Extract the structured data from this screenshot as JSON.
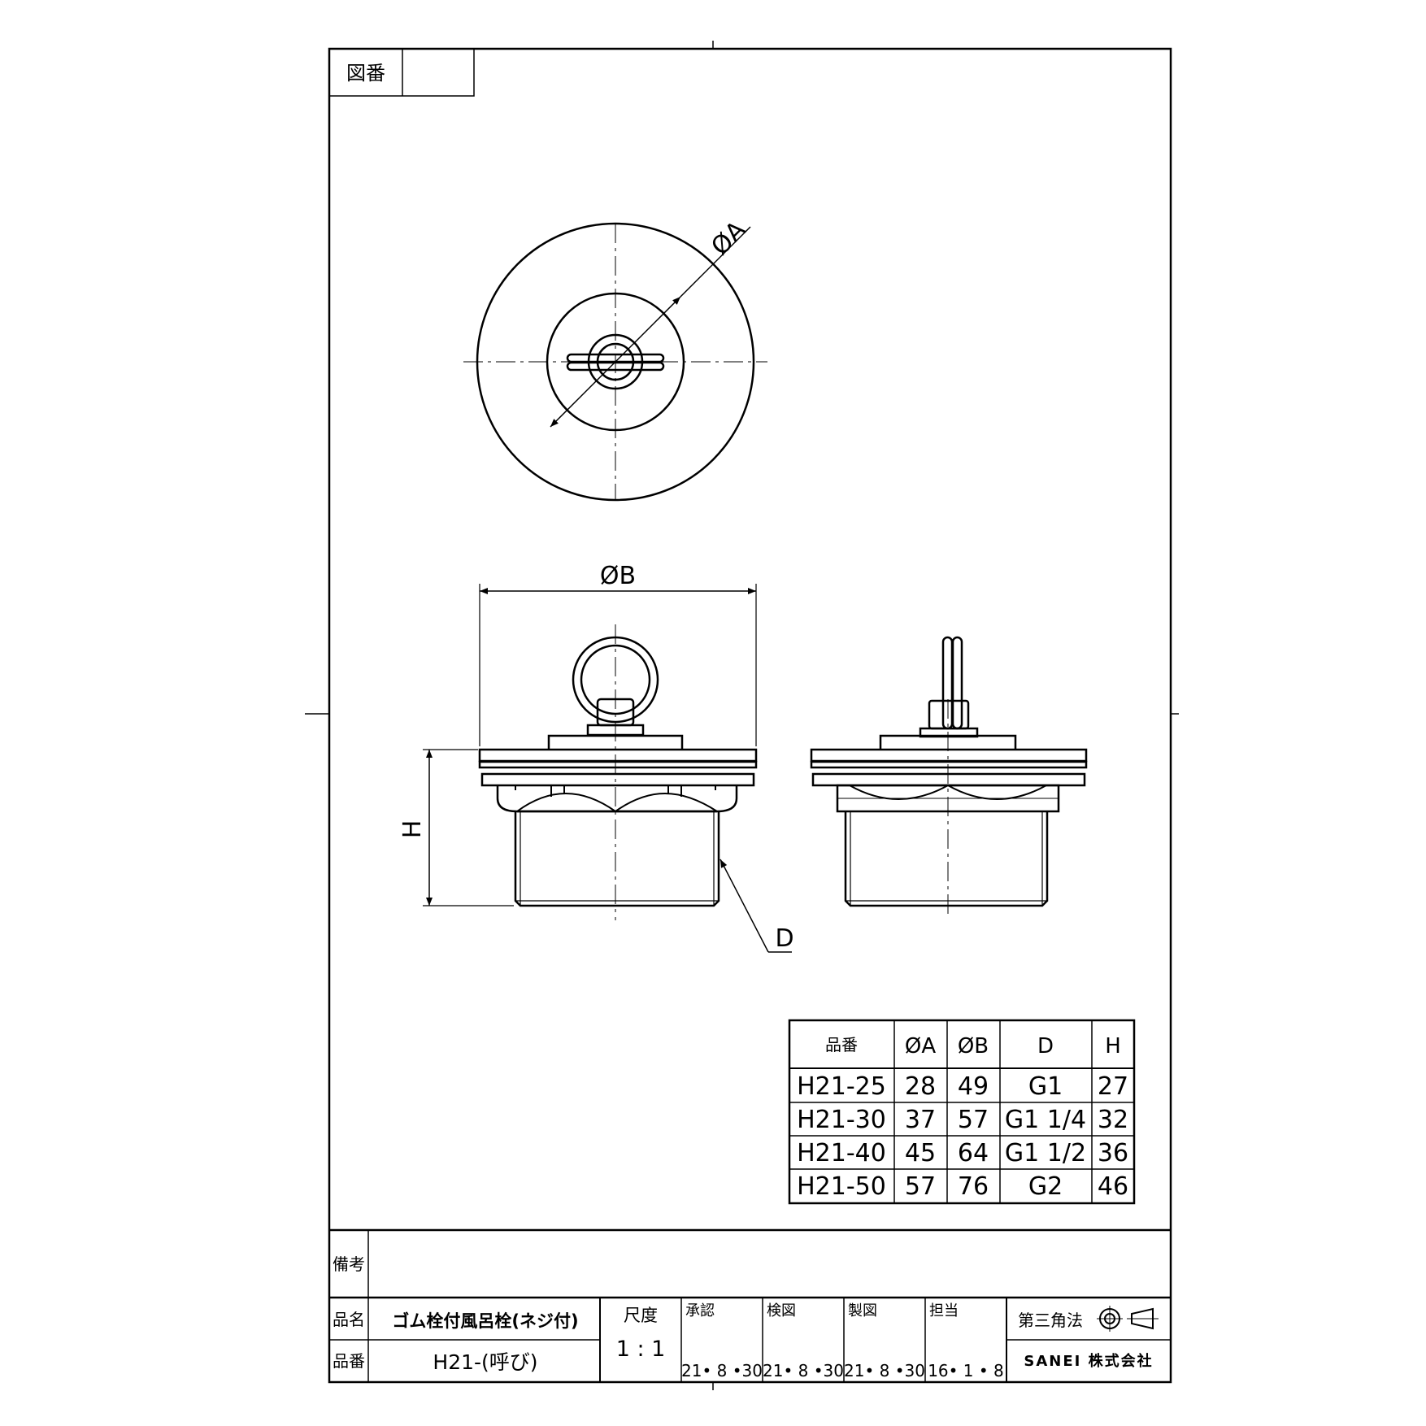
{
  "title_block": {
    "drawing_number_label": "図番",
    "drawing_number_value": "",
    "remarks_label": "備考",
    "product_name_label": "品名",
    "product_name_value": "ゴム栓付風呂栓(ネジ付)",
    "product_number_label": "品番",
    "product_number_value": "H21-(呼び)",
    "scale_label": "尺度",
    "scale_value": "1 : 1",
    "approved_label": "承認",
    "approved_date": "21• 8 •30",
    "checked_label": "検図",
    "checked_date": "21• 8 •30",
    "drawn_label": "製図",
    "drawn_date": "21• 8 •30",
    "in_charge_label": "担当",
    "in_charge_date": "16• 1 • 8",
    "projection_label": "第三角法",
    "company": "SANEI 株式会社"
  },
  "dimensions": {
    "diameter_a": "ØA",
    "diameter_b": "ØB",
    "height": "H",
    "thread": "D"
  },
  "spec_table": {
    "headers": [
      "品番",
      "ØA",
      "ØB",
      "D",
      "H"
    ],
    "rows": [
      [
        "H21-25",
        "28",
        "49",
        "G1",
        "27"
      ],
      [
        "H21-30",
        "37",
        "57",
        "G1 1/4",
        "32"
      ],
      [
        "H21-40",
        "45",
        "64",
        "G1 1/2",
        "36"
      ],
      [
        "H21-50",
        "57",
        "76",
        "G2",
        "46"
      ]
    ]
  }
}
